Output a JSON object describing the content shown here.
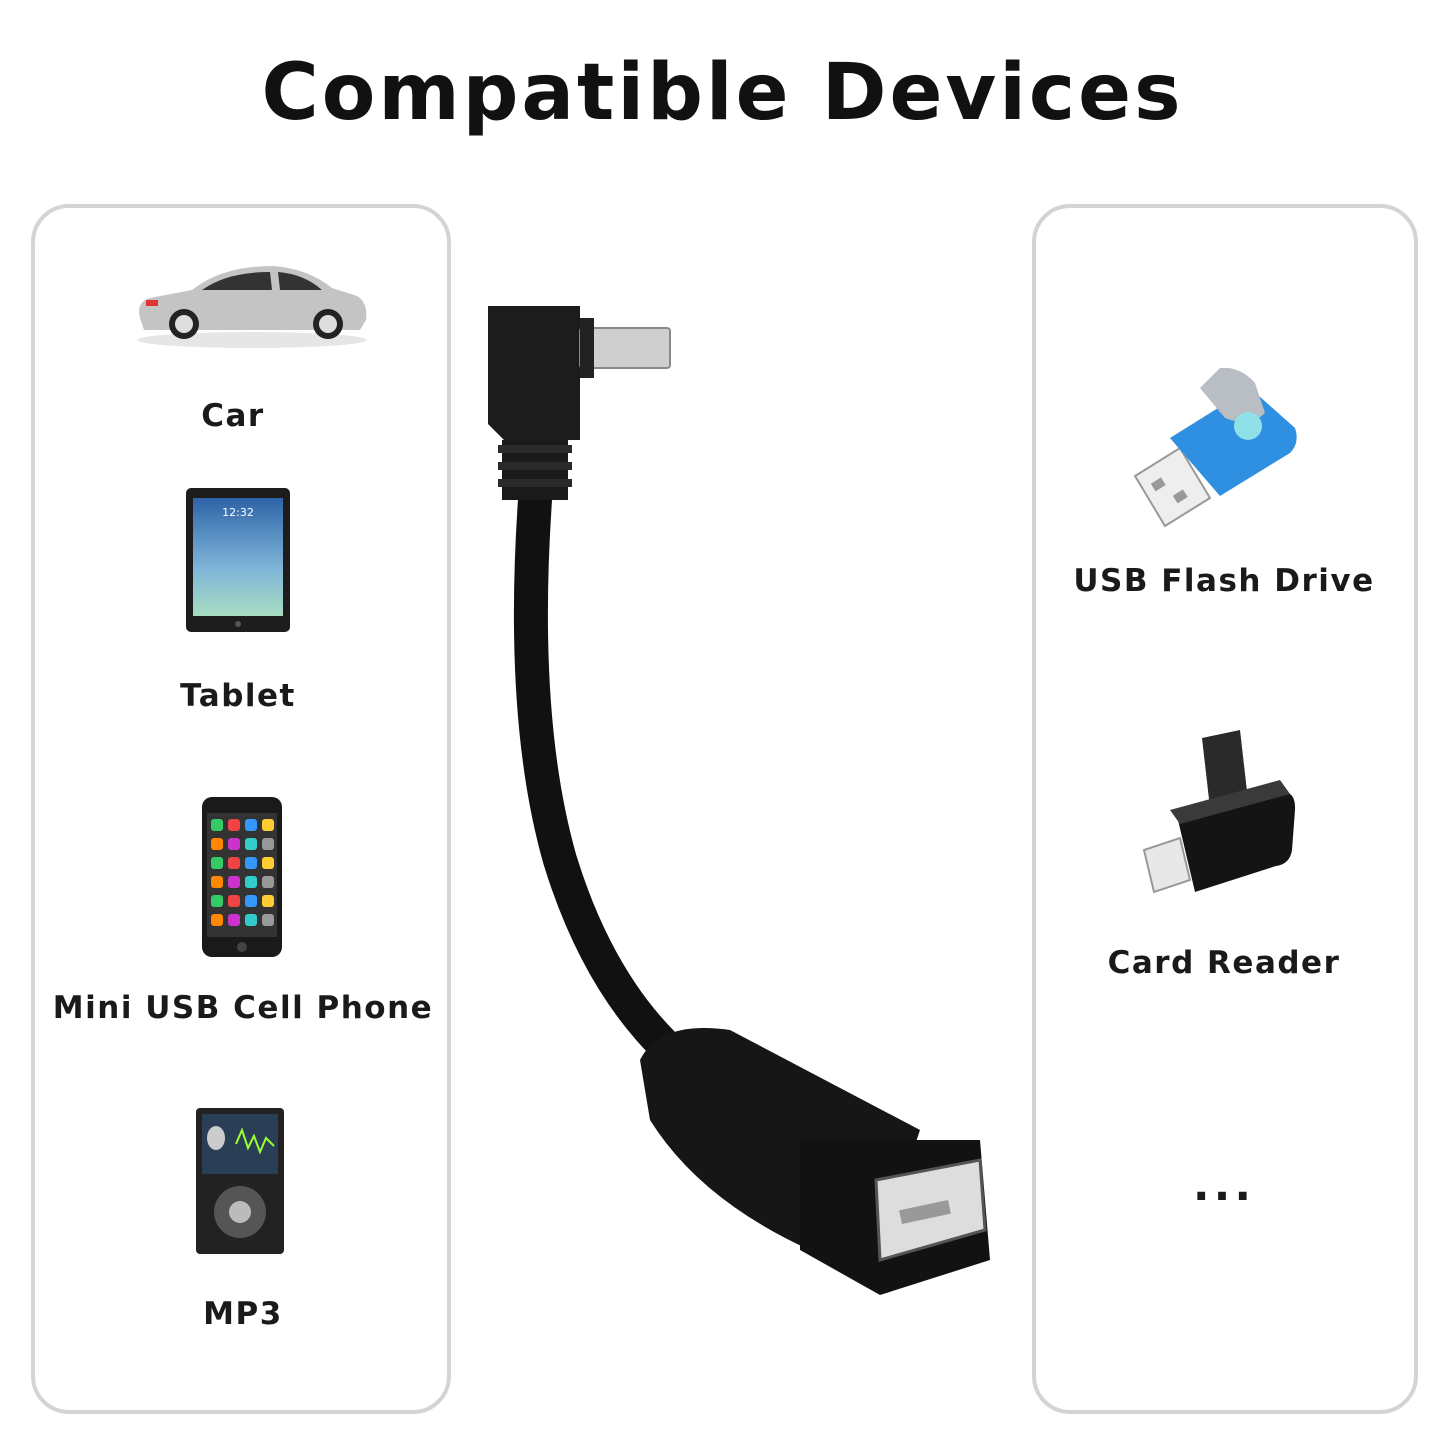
{
  "title": "Compatible Devices",
  "left_panel": {
    "items": [
      {
        "label": "Car",
        "icon": "car-icon"
      },
      {
        "label": "Tablet",
        "icon": "tablet-icon"
      },
      {
        "label": "Mini USB Cell Phone",
        "icon": "phone-icon"
      },
      {
        "label": "MP3",
        "icon": "mp3-player-icon"
      }
    ]
  },
  "right_panel": {
    "items": [
      {
        "label": "USB Flash Drive",
        "icon": "usb-flash-drive-icon"
      },
      {
        "label": "Card Reader",
        "icon": "card-reader-icon"
      },
      {
        "label": "...",
        "icon": "more-icon"
      }
    ]
  },
  "product": "mini-usb-to-usb-a-female-otg-cable",
  "tablet_time": "12:32",
  "colors": {
    "panel_border": "#d4d4d4",
    "text": "#111111",
    "flash_drive_blue": "#2f8fe0",
    "cable": "#111111"
  }
}
